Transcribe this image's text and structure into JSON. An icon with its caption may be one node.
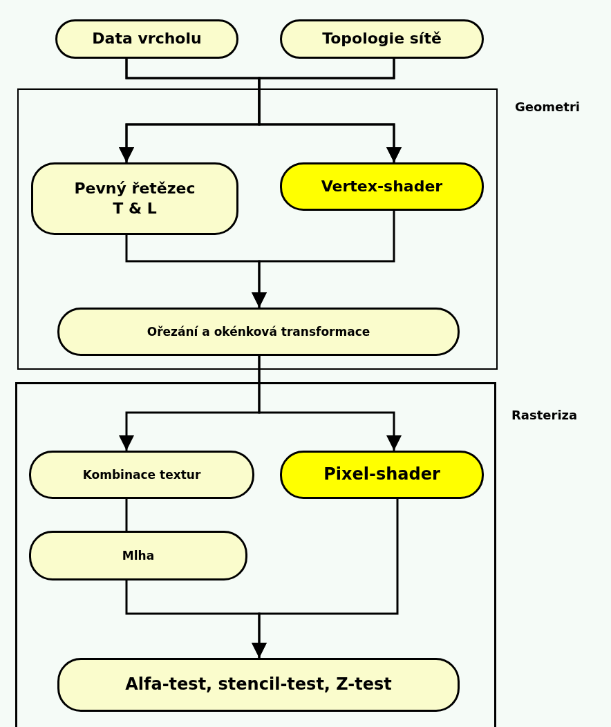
{
  "diagram": {
    "nodes": [
      {
        "text": [
          "Data vrcholu"
        ]
      },
      {
        "text": [
          "Topologie sítě"
        ]
      },
      {
        "text": [
          "Geometri"
        ]
      },
      {
        "text": [
          "Pevný řetězec T & L"
        ],
        "in": 2
      },
      {
        "text": [
          "Vertex-shader"
        ],
        "in": 2
      },
      {
        "text": [
          "Ořezání a okénková transformace"
        ],
        "in": 2
      },
      {
        "text": [
          "Rasteriza"
        ]
      },
      {
        "text": [
          "Kombinace textur"
        ],
        "in": 6
      },
      {
        "text": [
          "Pixel-shader"
        ],
        "in": 6
      },
      {
        "text": [
          "Mlha"
        ],
        "in": 6
      },
      {
        "text": [
          "Alfa-test, stencil-test, Z-test"
        ],
        "in": 6
      }
    ],
    "edges": [
      {
        "from": 0,
        "to": 3,
        "arrow": "to"
      },
      {
        "from": 0,
        "to": 4,
        "arrow": "to"
      },
      {
        "from": 1,
        "to": 3,
        "arrow": "to"
      },
      {
        "from": 1,
        "to": 4,
        "arrow": "to"
      },
      {
        "from": 3,
        "to": 5,
        "arrow": "to"
      },
      {
        "from": 4,
        "to": 5,
        "arrow": "to"
      },
      {
        "from": 5,
        "to": 7,
        "arrow": "to"
      },
      {
        "from": 5,
        "to": 8,
        "arrow": "to"
      },
      {
        "from": 7,
        "to": 9,
        "arrow": "none"
      },
      {
        "from": 9,
        "to": 10,
        "arrow": "to"
      },
      {
        "from": 8,
        "to": 10,
        "arrow": "to"
      }
    ]
  }
}
